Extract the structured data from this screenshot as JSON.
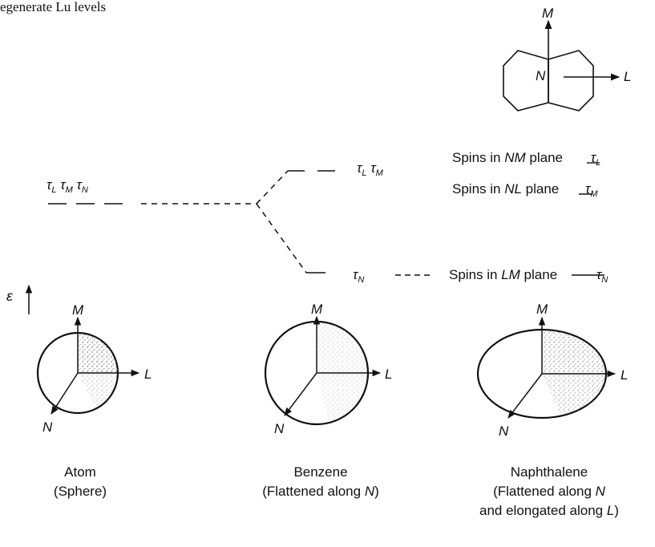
{
  "header_fragment": "egenerate Lu levels",
  "energy_axis_label": "ε",
  "tau": "τ",
  "molecule_axes": {
    "M": "M",
    "N": "N",
    "L": "L"
  },
  "left_level": {
    "subs": [
      "L",
      "M",
      "N"
    ]
  },
  "upper_level": {
    "subs": [
      "L",
      "M"
    ]
  },
  "lower_level": {
    "sub": "N"
  },
  "spin_states": [
    {
      "pre": "Spins in ",
      "plane": "NM",
      "post": " plane",
      "sub": "L"
    },
    {
      "pre": "Spins in ",
      "plane": "NL",
      "post": "  plane",
      "sub": "M"
    },
    {
      "pre": "Spins in ",
      "plane": "LM",
      "post": " plane",
      "sub": "N"
    }
  ],
  "ellipsoids": [
    {
      "axes": {
        "M": "M",
        "L": "L",
        "N": "N"
      },
      "name": "Atom",
      "note": "(Sphere)"
    },
    {
      "axes": {
        "M": "M",
        "L": "L",
        "N": "N"
      },
      "name": "Benzene",
      "note_pre": "(Flattened along ",
      "note_axis": "N",
      "note_post": ")"
    },
    {
      "axes": {
        "M": "M",
        "L": "L",
        "N": "N"
      },
      "name": "Naphthalene",
      "note_pre": "(Flattened along ",
      "note_axis": "N",
      "note2_pre": "and elongated along ",
      "note2_axis": "L",
      "note2_post": ")"
    }
  ]
}
